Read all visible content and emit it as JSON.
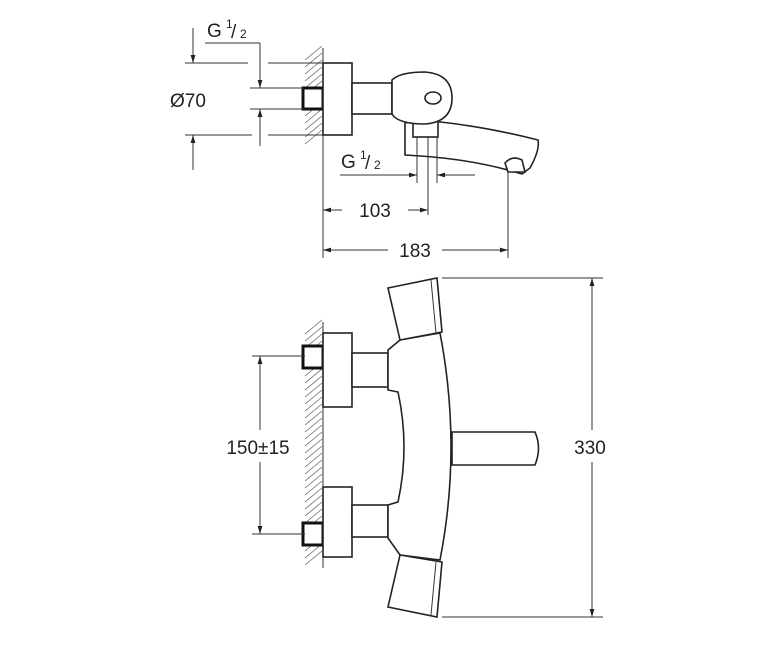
{
  "title": "Thermostatic bath mixer dimension drawing",
  "top_view": {
    "thread_top": {
      "base": "G",
      "fraction_num": "1",
      "fraction_den": "2"
    },
    "diameter": "Ø70",
    "thread_outlet": {
      "base": "G",
      "fraction_num": "1",
      "fraction_den": "2"
    },
    "dim_outlet": "103",
    "dim_spout": "183"
  },
  "front_view": {
    "dim_centers": "150±15",
    "dim_height": "330"
  },
  "colors": {
    "line": "#222222",
    "background": "#ffffff"
  }
}
